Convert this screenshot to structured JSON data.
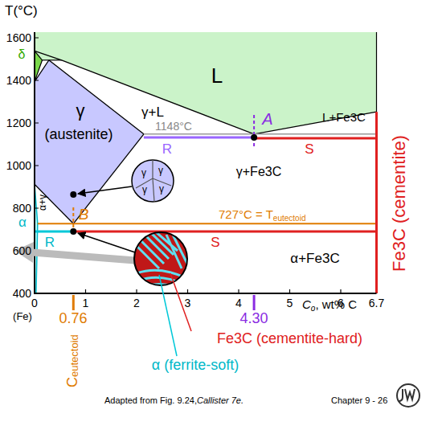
{
  "diagram": {
    "nodes": [
      {
        "text": [
          "γ",
          "γ",
          "γ",
          "γ"
        ]
      }
    ],
    "labels": [
      "T(°C)",
      "1600",
      "δ",
      "L",
      "1400",
      "γ+L",
      "γ",
      "(austenite)",
      "1148°C",
      "A",
      "L+Fe3C",
      "1200",
      "R",
      "S",
      "1000",
      "γ+Fe3C",
      "α+γ",
      "800",
      "α",
      "B",
      "727°C = T",
      "eutectoid",
      "R",
      "S",
      "600",
      "α+Fe3C",
      "Fe3C (cementite)",
      "400",
      "0",
      "1",
      "2",
      "3",
      "4",
      "5",
      "6",
      "6.7",
      "(Fe)",
      "0.76",
      "4.30",
      "C",
      "o",
      ", wt% C",
      "Fe3C (cementite-hard)",
      "α (ferrite-soft)",
      "C",
      "eutectoid",
      "Adapted from Fig. 9.24,",
      "Callister 7e.",
      "Chapter 9 - 26"
    ]
  }
}
